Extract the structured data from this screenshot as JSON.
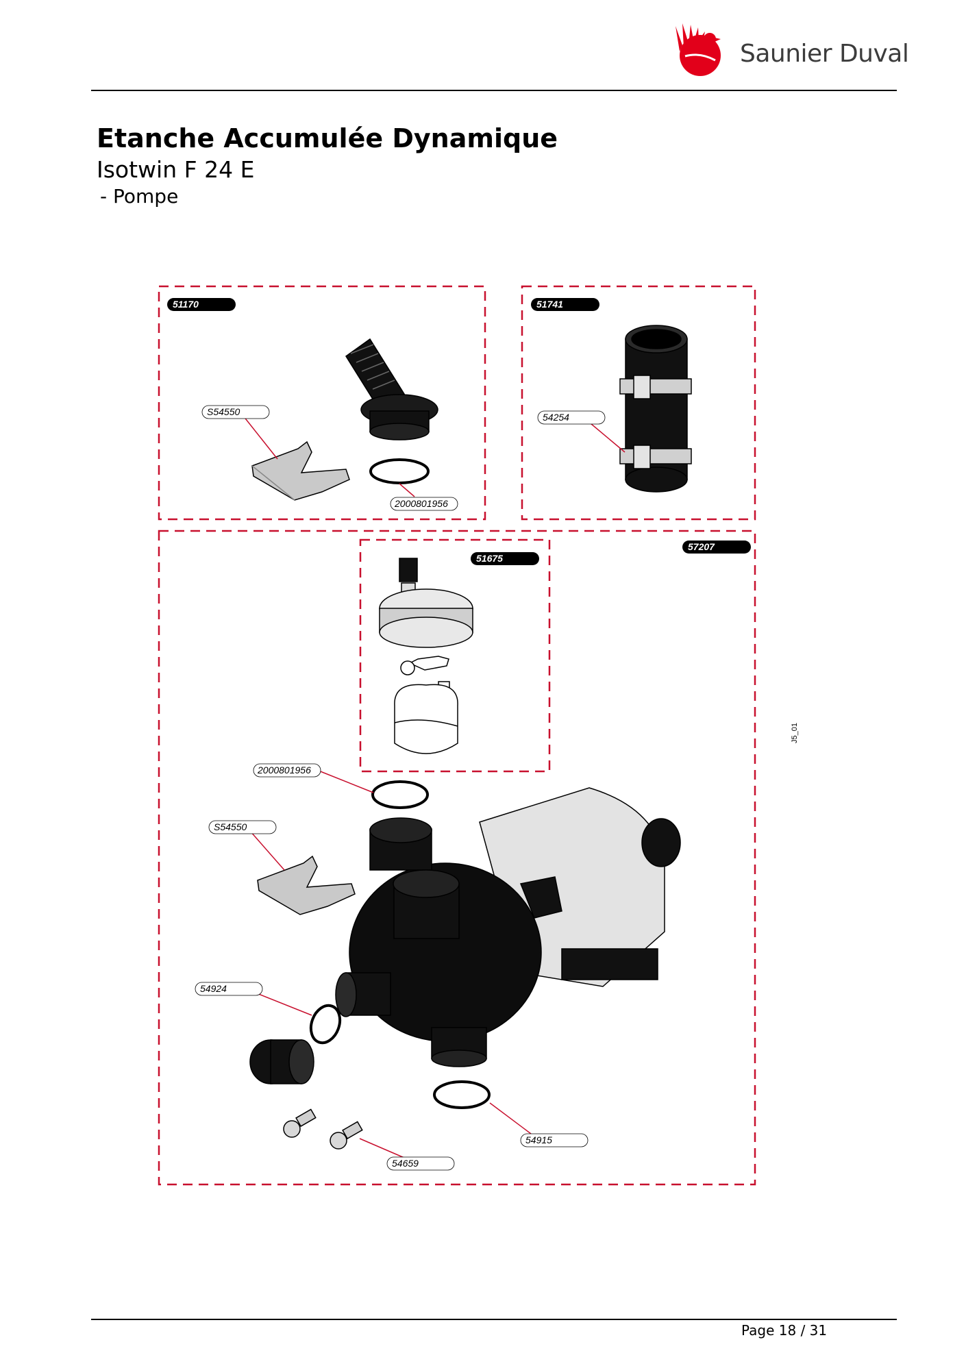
{
  "header": {
    "brand": "Saunier Duval",
    "brand_color": "#e2001a"
  },
  "document": {
    "title": "Etanche Accumulée Dynamique",
    "subtitle": "Isotwin F 24 E",
    "section": "- Pompe"
  },
  "diagram": {
    "accent_color": "#c8102e",
    "kits": [
      {
        "code": "51170"
      },
      {
        "code": "51741"
      },
      {
        "code": "57207"
      },
      {
        "code": "51675"
      }
    ],
    "part_refs": [
      {
        "ref": "S54550"
      },
      {
        "ref": "2000801956"
      },
      {
        "ref": "54254"
      },
      {
        "ref": "2000801956"
      },
      {
        "ref": "S54550"
      },
      {
        "ref": "54924"
      },
      {
        "ref": "54915"
      },
      {
        "ref": "54659"
      }
    ],
    "drawing_id": "J5_01"
  },
  "footer": {
    "page_label": "Page 18 / 31"
  }
}
